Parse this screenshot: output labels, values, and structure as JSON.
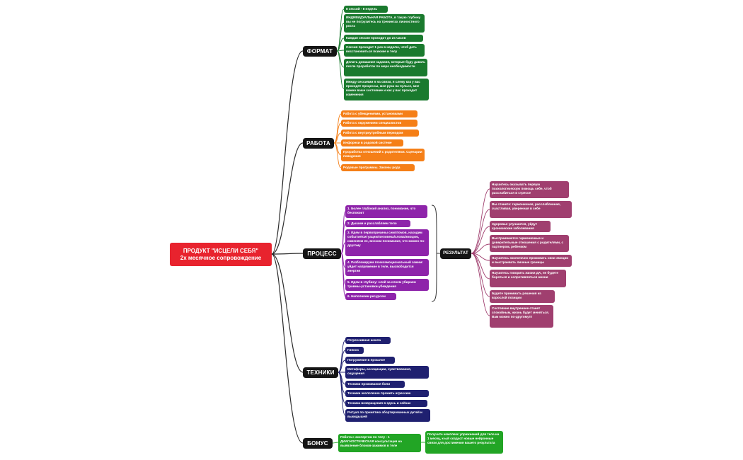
{
  "root": {
    "line1": "ПРОДУКТ \"ИСЦЕЛИ СЕБЯ\"",
    "line2": "2х месячное сопровождение"
  },
  "branches": {
    "format": {
      "label": "ФОРМАТ",
      "items": [
        "8 сессий  - 8 недель",
        "ИНДИВИДУАЛЬНАЯ РАБОТА, в такую глубину вы не погрузитесь на тренингах личностного роста",
        "Каждая сессия проходит до 2х часов",
        "Сессия проходит 1 раз в неделю, чтоб дать восстановиться психике и телу",
        "Делать домашние задания, которые буду давать после проработок по мере необходимости",
        "Между сессиями я на связи, я слежу как у вас проходят процессы, моя рука на пульсе, мне важно ваше состояние и как у вас проходит изменения"
      ]
    },
    "work": {
      "label": "РАБОТА",
      "items": [
        "Работа с убеждениями, установками",
        "Работа с окружением специалистов",
        "Работа с внутриутробным периодом",
        "Инфорнки в родовой системе",
        "Проработка отношений с родителями. Сценарии поведения",
        "Родовые программы. Законы рода"
      ]
    },
    "process": {
      "label": "ПРОЦЕСС",
      "items": [
        "1. Более глубокий анализ, понимание, что беспокоит",
        "2. Дышим и расслабляем тело",
        "3. Идем в первопричины симптомов, находим событие/ситуацию/человека/слова/эмоцию, изменяем ее, вносим понимание, что можно по-другому",
        "4. Разблокируем психоэмоциональный зажим: уйдет напряжение в теле, высвободится энергия",
        "5. Идем в глубину: слой за слоем убираем травмы-установки-убеждения",
        "6. Наполняем ресурсом"
      ]
    },
    "result": {
      "label": "РЕЗУЛЬТАТ",
      "items": [
        "Научитесь оказывать первую психологическую помощь себе, чтоб расслабиться в стрессе",
        "Вы станете: гармоничная, расслабленная, счастливая, уверенная в себе",
        "Здоровье улучшится, уйдут хронические заболевания",
        "Выстраиваются гармоничные и доверительные отношения с родителями, с партнером, ребенком",
        "Научитесь экологично проживать свои эмоции и выстраивать личные границы",
        "Научитесь говорить жизни ДА, не будете бороться и сопротивляться жизни",
        "Будете принимать решения из взрослой позиции",
        "Состояние внутреннее станет спокойным, жизнь будет меняться. Вам можно по-другому!!!"
      ]
    },
    "techniques": {
      "label": "ТЕХНИКИ",
      "items": [
        "Регрессивная школа",
        "Гипноз",
        "Погружение в прошлое",
        "Метафоры, ассоциации, чувствования, ощущения",
        "Техники проживания боли",
        "Техники экологично прожить агрессию",
        "Техника возвращения в здесь и сейчас",
        "Ритуал по принятию абортированных детей и выкидышей"
      ]
    },
    "bonus": {
      "label": "БОНУС",
      "items": [
        "Работа с экспертом по телу - 1 ДИАГНОСТИЧЕСКАЯ консультация на выявление блоков-зажимов в теле",
        "Получите комплекс упражнений для тела на 1 месяц, к-ый создаст новые нейронные связи для достижения вашего результата"
      ]
    }
  },
  "colors": {
    "root": "#e8232e",
    "branch": "#151515",
    "format": "#1a7a2e",
    "work": "#f57f17",
    "process": "#8e24aa",
    "result": "#a03f6f",
    "techniques": "#1f2070",
    "bonus": "#22a525"
  }
}
